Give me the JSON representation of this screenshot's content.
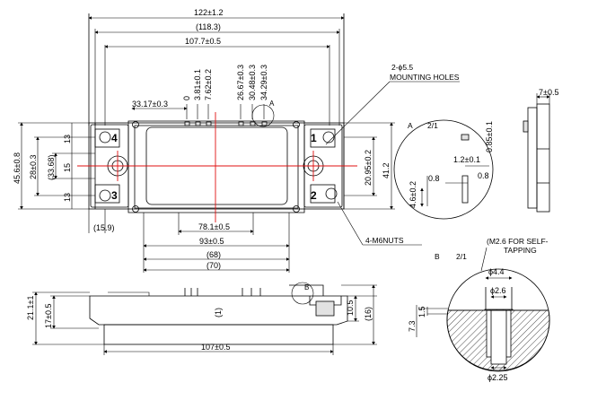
{
  "top_view": {
    "dims_horizontal": {
      "overall": "122±1.2",
      "overall_ref": "(118.3)",
      "mount_span": "107.7±0.5",
      "pin_left": "33.17±0.3",
      "bottom_pitch": "78.1±0.5",
      "base_width": "93±0.5",
      "ref_68": "(68)",
      "ref_70": "(70)",
      "edge_ref": "(15.9)"
    },
    "dims_pins": [
      "0",
      "3.81±0.1",
      "7.62±0.2",
      "26.67±0.3",
      "30.48±0.3",
      "34.29±0.3"
    ],
    "dims_vertical_left": {
      "overall": "45.6±0.8",
      "span_28": "28±0.3",
      "ref_33_68": "(33.68)",
      "top_13": "13",
      "mid_15": "15",
      "bot_13": "13"
    },
    "dims_vertical_right": {
      "hole_spacing": "20.95±0.2",
      "overall_41_2": "41.2"
    },
    "terminal_numbers": [
      "4",
      "3",
      "1",
      "2"
    ],
    "callout_mounting": "2-ϕ5.5",
    "callout_mounting_2": "MOUNTING HOLES",
    "callout_nuts": "4-M6NUTS",
    "label_A_marker": "A",
    "label_B_marker": "B"
  },
  "side_view": {
    "height_total": "21.1±1",
    "height_body": "17±0.5",
    "ref_1": "(1)",
    "ref_10_5": "10.5",
    "ref_16": "(16)",
    "length_bottom": "107±0.5"
  },
  "end_view": {
    "width": "7±0.5"
  },
  "detail_A": {
    "title": "A",
    "scale": "2/1",
    "pin_w": "1.2±0.1",
    "pin_h": "0.85±0.1",
    "spacing_08a": "0.8",
    "spacing_08b": "0.8",
    "pin_len": "4.6±0.2"
  },
  "detail_B": {
    "title": "B",
    "scale": "2/1",
    "note": "(M2.6 FOR SELF-TAPPING",
    "note_line1": "(M2.6 FOR SELF-",
    "note_line2": "TAPPING",
    "d_top": "ϕ4.4",
    "d_mid": "ϕ2.6",
    "d_bottom": "ϕ2.25",
    "depth_1_5": "1.5",
    "depth_7_3": "7.3"
  }
}
